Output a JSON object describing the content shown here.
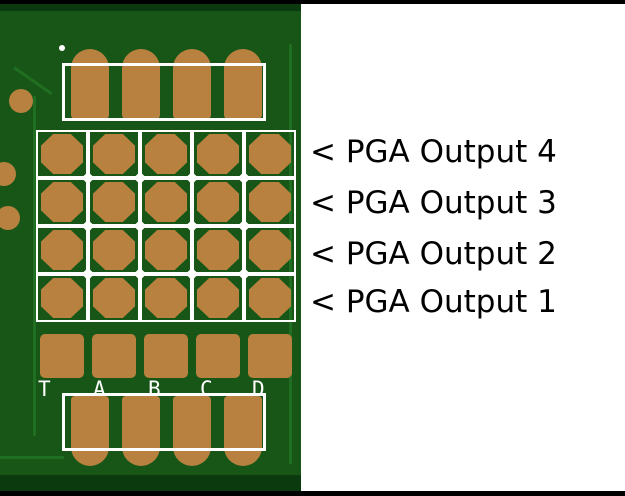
{
  "annotations": {
    "lines": [
      {
        "label": "< PGA Output 4"
      },
      {
        "label": "< PGA Output 3"
      },
      {
        "label": "< PGA Output 2"
      },
      {
        "label": "< PGA Output 1"
      }
    ]
  },
  "pcb": {
    "column_labels": [
      "T",
      "A",
      "B",
      "C",
      "D"
    ],
    "grid": {
      "columns": 5,
      "rows": 4
    }
  },
  "colors": {
    "board-green": "#175617",
    "board-dark": "#0a3a0e",
    "copper": "#b8813f",
    "silkscreen": "#ffffff",
    "trace": "#1f6e22",
    "annotation-text": "#000000",
    "panel-bg": "#ffffff",
    "border-black": "#000000"
  }
}
